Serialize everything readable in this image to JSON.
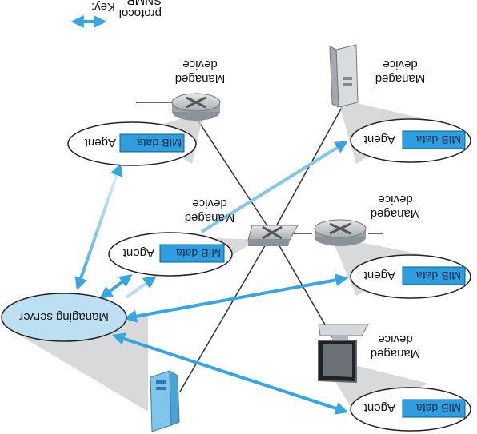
{
  "key": {
    "title": "Key:",
    "protocol_label_line1": "SNMP",
    "protocol_label_line2": "protocol"
  },
  "colors": {
    "snmp_arrow": "#36a6e0",
    "snmp_arrow_light": "#b9def3",
    "managing_server_fill": "#bcdff2",
    "mib_box": "#2e9fdc",
    "device_gray": "#b9bdc2",
    "line": "#333333"
  },
  "managing_server": {
    "label": "Managing server"
  },
  "agents": [
    {
      "agent_label": "Agent",
      "mib_label": "MIB data"
    },
    {
      "agent_label": "Agent",
      "mib_label": "MIB data"
    },
    {
      "agent_label": "Agent",
      "mib_label": "MIB data"
    },
    {
      "agent_label": "Agent",
      "mib_label": "MIB data"
    },
    {
      "agent_label": "Agent",
      "mib_label": "MIB data"
    }
  ],
  "device_labels": [
    {
      "line1": "Managed",
      "line2": "device"
    },
    {
      "line1": "Managed",
      "line2": "device"
    },
    {
      "line1": "Managed",
      "line2": "device"
    },
    {
      "line1": "Managed",
      "line2": "device"
    },
    {
      "line1": "Managed",
      "line2": "device"
    }
  ]
}
